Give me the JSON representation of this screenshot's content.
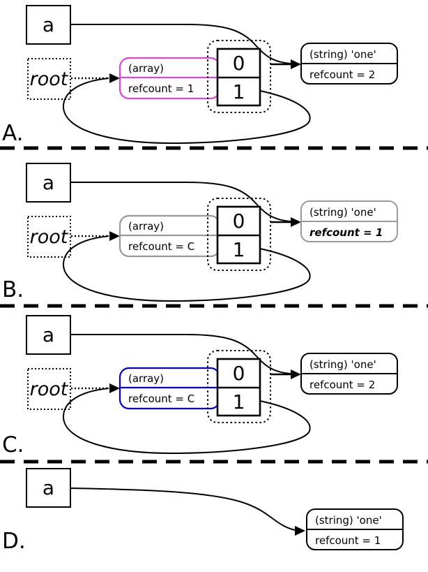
{
  "colors": {
    "magenta": "#dd44dd",
    "gray": "#999999",
    "blue": "#0000dd",
    "black": "#000000"
  },
  "panels": [
    {
      "label": "A.",
      "var": "a",
      "root": "root",
      "array": {
        "type_label": "(array)",
        "refcount_label": "refcount = 1",
        "color": "#dd44dd"
      },
      "slots": {
        "slot0": "0",
        "slot1": "1"
      },
      "string": {
        "type_label": "(string) 'one'",
        "refcount_label": "refcount = 2",
        "color": "#000000"
      }
    },
    {
      "label": "B.",
      "var": "a",
      "root": "root",
      "array": {
        "type_label": "(array)",
        "refcount_label": "refcount = C",
        "color": "#999999"
      },
      "slots": {
        "slot0": "0",
        "slot1": "1"
      },
      "string": {
        "type_label": "(string) 'one'",
        "refcount_label": "refcount = 1",
        "color": "#999999"
      }
    },
    {
      "label": "C.",
      "var": "a",
      "root": "root",
      "array": {
        "type_label": "(array)",
        "refcount_label": "refcount = C",
        "color": "#0000dd"
      },
      "slots": {
        "slot0": "0",
        "slot1": "1"
      },
      "string": {
        "type_label": "(string) 'one'",
        "refcount_label": "refcount = 2",
        "color": "#000000"
      }
    },
    {
      "label": "D.",
      "var": "a",
      "string": {
        "type_label": "(string) 'one'",
        "refcount_label": "refcount = 1",
        "color": "#000000"
      }
    }
  ]
}
